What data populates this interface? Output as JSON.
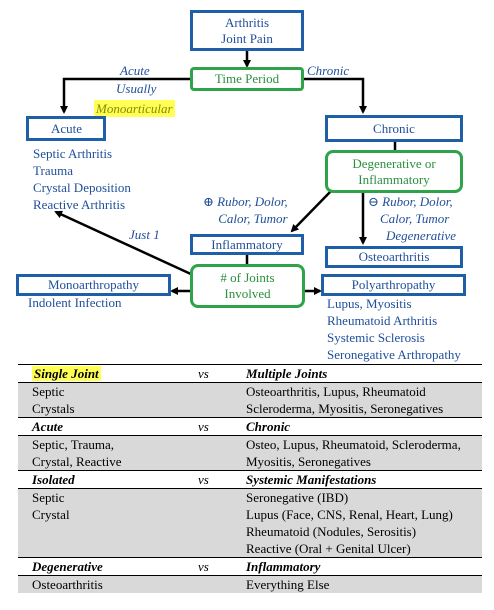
{
  "flow": {
    "top_box": [
      "Arthritis",
      "Joint Pain"
    ],
    "time_period": "Time Period",
    "acute_label": "Acute",
    "usually_label": "Usually",
    "monoarticular_label": "Monoarticular",
    "chronic_label": "Chronic",
    "acute_box": "Acute",
    "chronic_box": "Chronic",
    "acute_causes": [
      "Septic Arthritis",
      "Trauma",
      "Crystal Deposition",
      "Reactive Arthritis"
    ],
    "degenerative_box": [
      "Degenerative or",
      "Inflammatory"
    ],
    "plus_symbol": "⊕",
    "inflam_signs": [
      "Rubor, Dolor,",
      "Calor, Tumor"
    ],
    "minus_symbol": "⊖",
    "degen_signs": [
      "Rubor, Dolor,",
      "Calor, Tumor",
      "Degenerative"
    ],
    "just1_label": "Just 1",
    "inflammatory_box": "Inflammatory",
    "osteoarthritis_box": "Osteoarthritis",
    "joints_box": [
      "# of Joints",
      "Involved"
    ],
    "mono_box": "Monoarthropathy",
    "mono_cause": "Indolent Infection",
    "poly_box": "Polyarthropathy",
    "poly_causes": [
      "Lupus, Myositis",
      "Rheumatoid Arthritis",
      "Systemic Sclerosis",
      "Seronegative Arthropathy"
    ]
  },
  "table": {
    "vs": "vs",
    "sections": [
      {
        "left_header": "Single Joint",
        "right_header": "Multiple Joints",
        "rows": [
          [
            "Septic",
            "Osteoarthritis, Lupus, Rheumatoid"
          ],
          [
            "Crystals",
            "Scleroderma, Myositis, Seronegatives"
          ]
        ]
      },
      {
        "left_header": "Acute",
        "right_header": "Chronic",
        "rows": [
          [
            "Septic, Trauma,",
            "Osteo, Lupus, Rheumatoid, Scleroderma,"
          ],
          [
            "Crystal, Reactive",
            "Myositis, Seronegatives"
          ]
        ]
      },
      {
        "left_header": "Isolated",
        "right_header": "Systemic Manifestations",
        "rows": [
          [
            "Septic",
            "Seronegative (IBD)"
          ],
          [
            "Crystal",
            "Lupus (Face, CNS, Renal, Heart, Lung)"
          ],
          [
            "",
            "Rheumatoid (Nodules, Serositis)"
          ],
          [
            "",
            "Reactive (Oral + Genital Ulcer)"
          ]
        ]
      },
      {
        "left_header": "Degenerative",
        "right_header": "Inflammatory",
        "rows": [
          [
            "Osteoarthritis",
            "Everything Else"
          ]
        ]
      }
    ]
  }
}
